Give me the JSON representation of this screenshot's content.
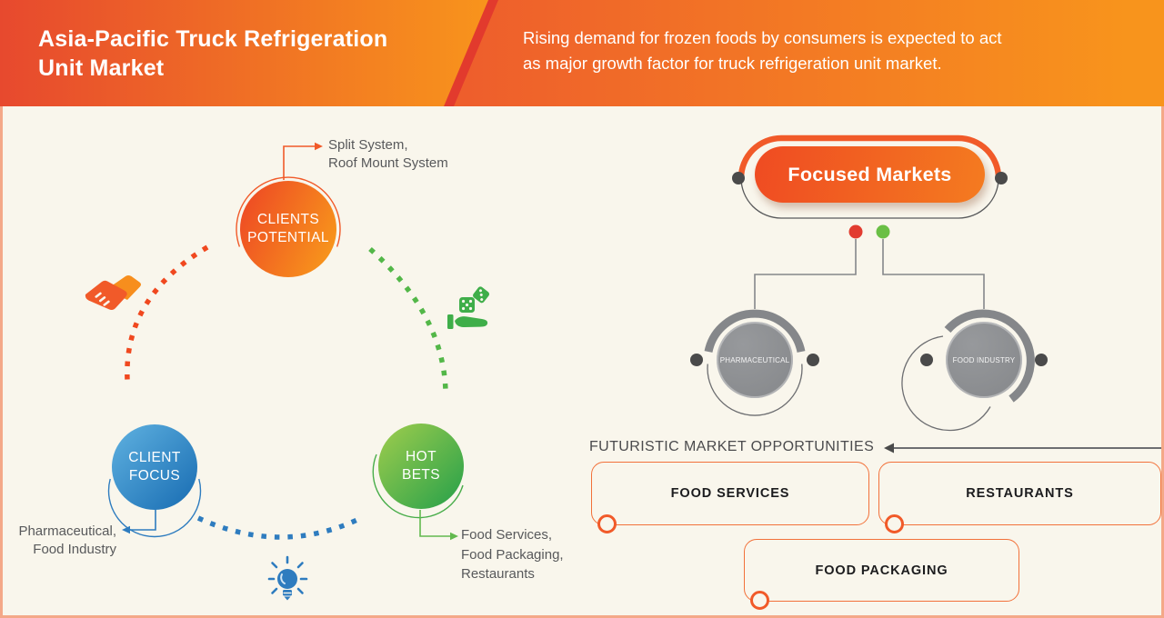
{
  "colors": {
    "background": "#f9f6ec",
    "frame_border": "#f4a888",
    "header_left_start": "#e7492e",
    "header_right_end": "#f8941c",
    "header_stripe": "#e23a2d",
    "accent_orange": "#f15a29",
    "accent_blue": "#2e7cbf",
    "accent_green": "#3fae49",
    "gray_node": "#85878a",
    "dark_dot": "#4a4a4a",
    "note_text": "#58595b"
  },
  "header": {
    "title_lines": [
      "Asia-Pacific Truck Refrigeration",
      "Unit Market"
    ],
    "subtitle_lines": [
      "Rising demand for frozen foods by consumers is expected to act",
      "as major growth factor for truck refrigeration unit market."
    ]
  },
  "client_cycle": {
    "clients_potential": {
      "label_lines": [
        "CLIENTS",
        "POTENTIAL"
      ],
      "note_lines": [
        "Split System,",
        "Roof Mount System"
      ]
    },
    "client_focus": {
      "label_lines": [
        "CLIENT",
        "FOCUS"
      ],
      "note_lines": [
        "Pharmaceutical,",
        "Food Industry"
      ]
    },
    "hot_bets": {
      "label_lines": [
        "HOT",
        "BETS"
      ],
      "note_lines": [
        "Food Services,",
        "Food Packaging,",
        "Restaurants"
      ]
    }
  },
  "focused_markets": {
    "title": "Focused Markets",
    "branches": [
      "PHARMACEUTICAL",
      "FOOD INDUSTRY"
    ]
  },
  "opportunities": {
    "heading": "FUTURISTIC MARKET OPPORTUNITIES",
    "boxes": [
      "FOOD SERVICES",
      "RESTAURANTS",
      "FOOD PACKAGING"
    ]
  },
  "icons": {
    "handshake": "handshake-icon",
    "dice_in_hand": "dice-in-hand-icon",
    "lightbulb": "lightbulb-icon"
  }
}
